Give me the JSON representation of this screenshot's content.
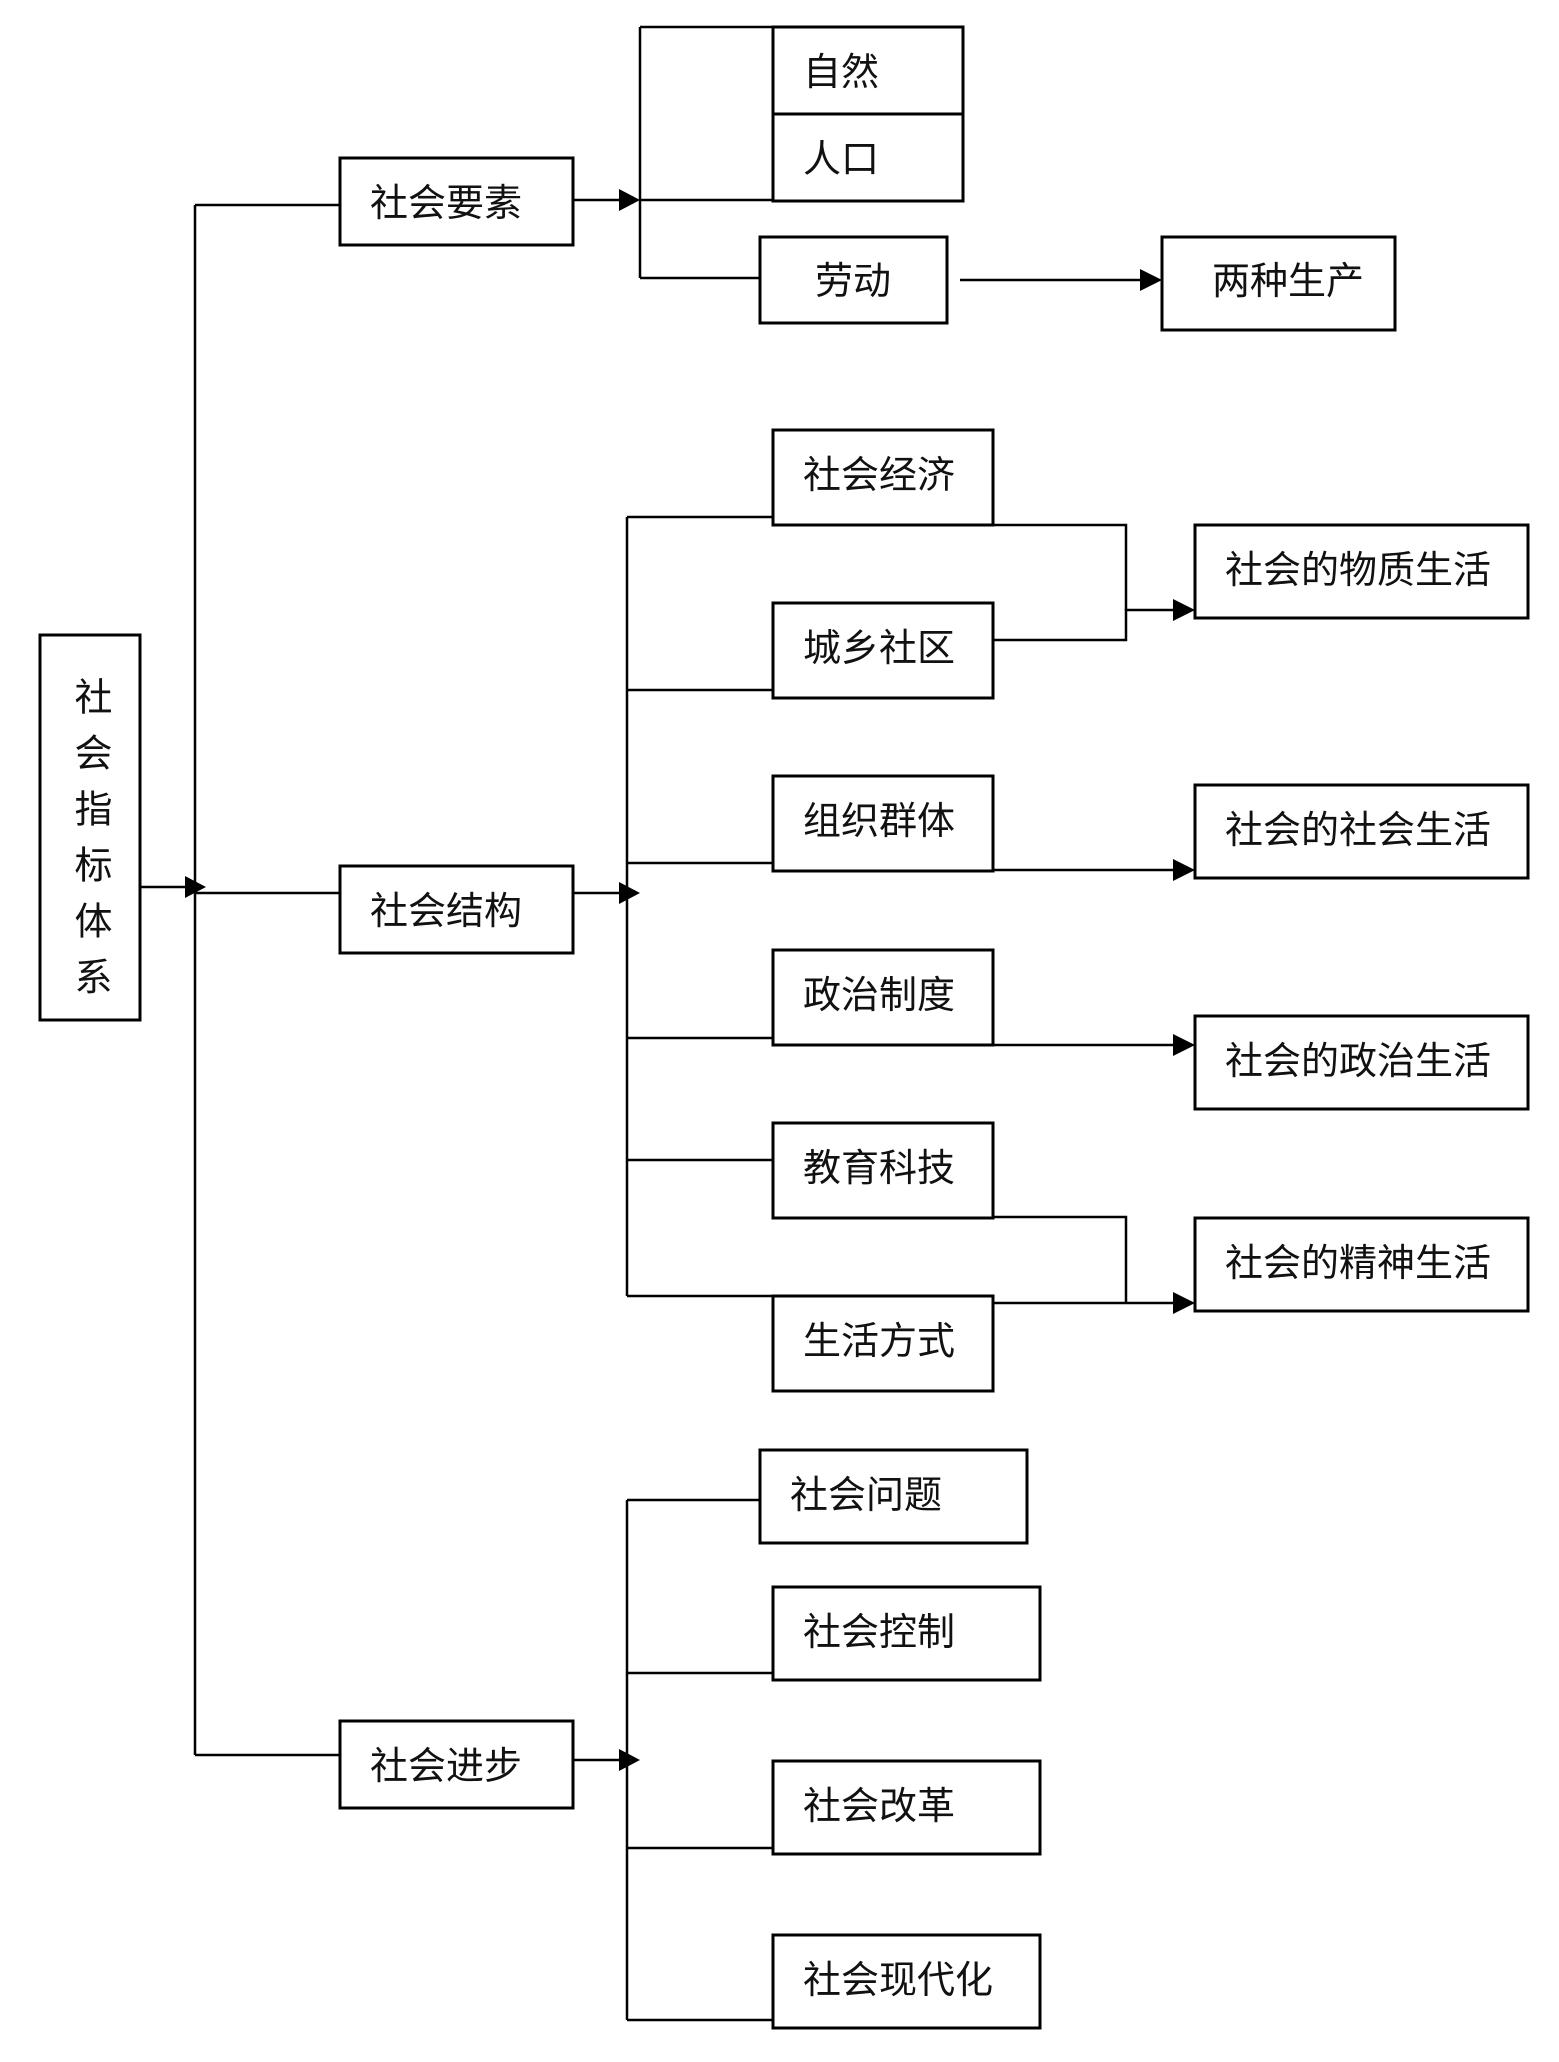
{
  "nodes": {
    "root": "社会指标体系",
    "elements": "社会要素",
    "nature": "自然",
    "population": "人口",
    "labor": "劳动",
    "two_production": "两种生产",
    "structure": "社会结构",
    "economy": "社会经济",
    "community": "城乡社区",
    "organization": "组织群体",
    "politics_system": "政治制度",
    "education": "教育科技",
    "lifestyle": "生活方式",
    "material_life": "社会的物质生活",
    "social_life": "社会的社会生活",
    "political_life": "社会的政治生活",
    "spiritual_life": "社会的精神生活",
    "progress": "社会进步",
    "problems": "社会问题",
    "control": "社会控制",
    "reform": "社会改革",
    "modernization": "社会现代化"
  }
}
